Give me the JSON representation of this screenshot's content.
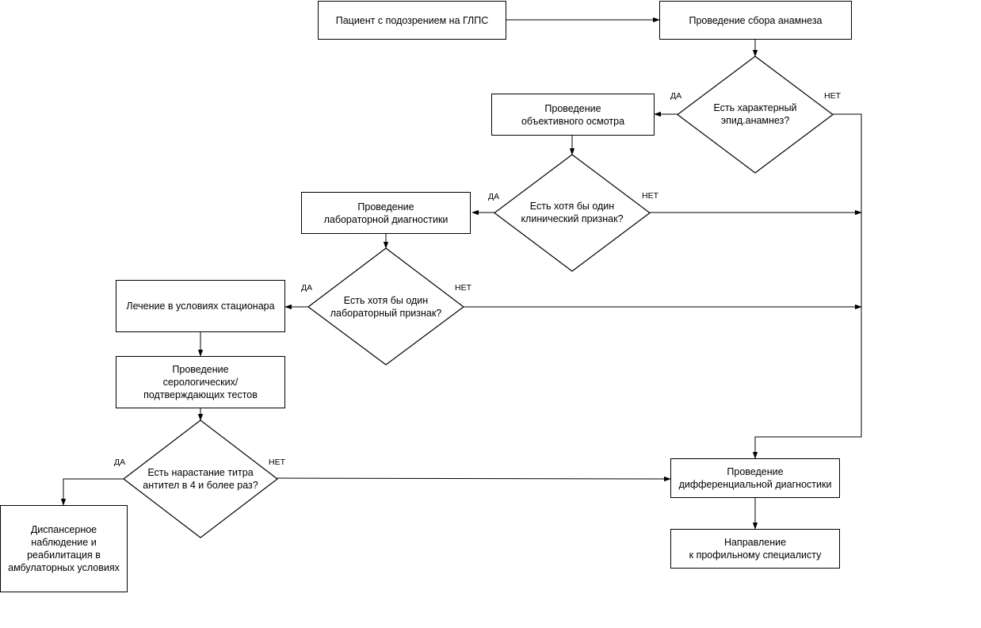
{
  "nodes": {
    "patient_suspected": "Пациент с подозрением на ГЛПС",
    "anamnesis": "Проведение сбора анамнеза",
    "physical_exam": "Проведение\nобъективного осмотра",
    "lab_diagnostics": "Проведение\nлабораторной диагностики",
    "inpatient_treatment": "Лечение в условиях стационара",
    "serology_tests": "Проведение\nсерологических/\nподтверждающих тестов",
    "dispensary": "Диспансерное\nнаблюдение и\nреабилитация в\nамбулаторных условиях",
    "differential_diagnostics": "Проведение\nдифференциальной диагностики",
    "specialist_referral": "Направление\nк профильному специалисту"
  },
  "decisions": {
    "epid_anamnesis": "Есть характерный\nэпид.анамнез?",
    "clinical_sign": "Есть хотя бы один\nклинический признак?",
    "lab_sign": "Есть хотя бы один\nлабораторный признак?",
    "titer_increase": "Есть нарастание титра\nантител в 4 и более раз?"
  },
  "labels": {
    "yes": "ДА",
    "no": "НЕТ"
  }
}
